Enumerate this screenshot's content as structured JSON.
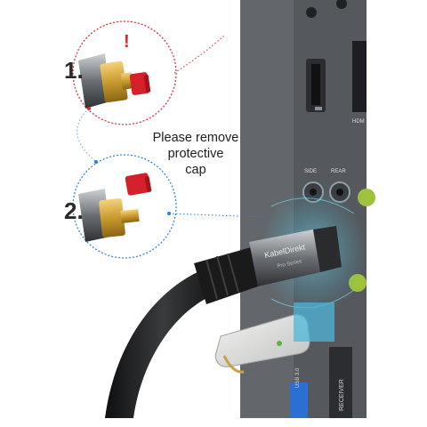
{
  "steps": {
    "one": "1.",
    "two": "2."
  },
  "warning_mark": "!",
  "caption": {
    "line1": "Please remove",
    "line2": "protective",
    "line3": "cap"
  },
  "cable_brand": "KabelDirekt",
  "cable_series": "Pro Series",
  "port_labels": {
    "side": "SIDE",
    "rear": "REAR",
    "usb": "USB 3.0",
    "receiver": "RECEIVER",
    "hdmi": "HDM"
  },
  "colors": {
    "warning_red": "#e0242a",
    "circle_1": "#e0242a",
    "circle_2": "#2a7fd6",
    "gold": "#c99a2e",
    "cap_red": "#d4202b",
    "device_grey": "#5a5e63",
    "cable_black": "#1c1c1c",
    "glow_cyan": "#3ec3e6",
    "usb_blue": "#2a6fd1"
  }
}
